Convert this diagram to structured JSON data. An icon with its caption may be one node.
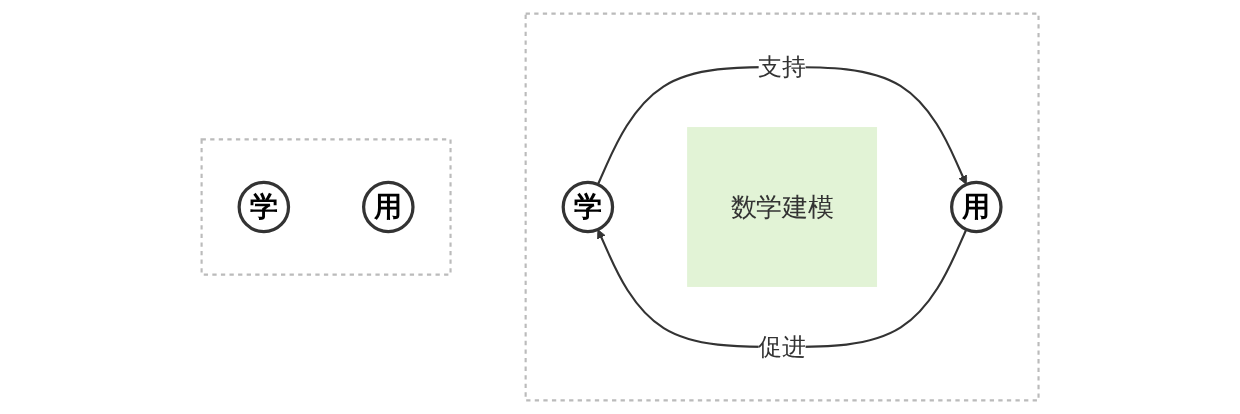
{
  "diagram": {
    "nodes": [
      {
        "text": [],
        "shape": "box"
      },
      {
        "text": [
          "学"
        ],
        "in": 0
      },
      {
        "text": [
          "用"
        ],
        "in": 0
      },
      {
        "text": [],
        "shape": "box"
      },
      {
        "text": [
          "学"
        ],
        "in": 3
      },
      {
        "text": [
          "数学建模"
        ],
        "in": 3
      },
      {
        "text": [
          "用"
        ],
        "in": 3
      }
    ],
    "edges": [
      {
        "from": 4,
        "to": 6,
        "arrow": "to",
        "label": "支持"
      },
      {
        "from": 6,
        "to": 4,
        "arrow": "to",
        "label": "促进"
      }
    ]
  }
}
